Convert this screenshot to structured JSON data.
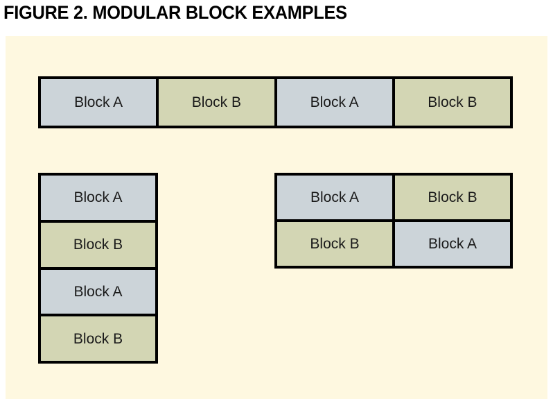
{
  "figure": {
    "title": "FIGURE 2. MODULAR BLOCK EXAMPLES",
    "panel_background": "#fef8e0",
    "frame_color": "#000000"
  },
  "legend": {
    "block_a_label": "Block A",
    "block_b_label": "Block B",
    "block_a_color": "#ccd4d9",
    "block_b_color": "#d3d6b4"
  },
  "groups": [
    {
      "name": "horizontal-row-of-four",
      "orientation": "horizontal",
      "rows": 1,
      "columns": 4,
      "cells": [
        {
          "type": "A",
          "label": "Block A"
        },
        {
          "type": "B",
          "label": "Block B"
        },
        {
          "type": "A",
          "label": "Block A"
        },
        {
          "type": "B",
          "label": "Block B"
        }
      ]
    },
    {
      "name": "vertical-column-of-four",
      "orientation": "vertical",
      "rows": 4,
      "columns": 1,
      "cells": [
        {
          "type": "A",
          "label": "Block A"
        },
        {
          "type": "B",
          "label": "Block B"
        },
        {
          "type": "A",
          "label": "Block A"
        },
        {
          "type": "B",
          "label": "Block B"
        }
      ]
    },
    {
      "name": "grid-two-by-two",
      "orientation": "grid",
      "rows": 2,
      "columns": 2,
      "cells": [
        {
          "type": "A",
          "label": "Block A"
        },
        {
          "type": "B",
          "label": "Block B"
        },
        {
          "type": "B",
          "label": "Block B"
        },
        {
          "type": "A",
          "label": "Block A"
        }
      ]
    }
  ]
}
